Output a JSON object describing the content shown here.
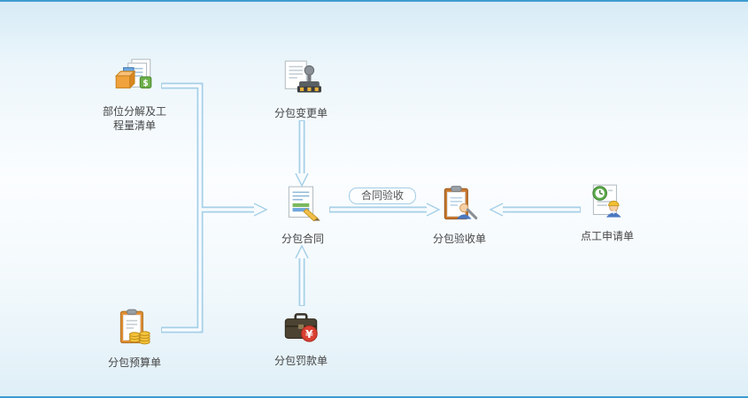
{
  "nodes": [
    {
      "label": "部位分解及工程量清单",
      "icon": "boxes-and-documents-icon"
    },
    {
      "label": "分包变更单",
      "icon": "document-with-stamp-icon"
    },
    {
      "label": "分包合同",
      "icon": "contract-document-icon"
    },
    {
      "label": "分包验收单",
      "icon": "clipboard-with-inspector-icon"
    },
    {
      "label": "点工申请单",
      "icon": "document-clock-worker-icon"
    },
    {
      "label": "分包预算单",
      "icon": "clipboard-with-coins-icon"
    },
    {
      "label": "分包罚款单",
      "icon": "briefcase-with-yen-icon"
    }
  ],
  "edge_label": "合同验收",
  "colors": {
    "frame_border": "#3d9bd0",
    "arrow_outline": "#a6d0e8",
    "arrow_fill": "#f7fbfd",
    "label_text": "#444444",
    "pill_border": "#a3cce6"
  }
}
